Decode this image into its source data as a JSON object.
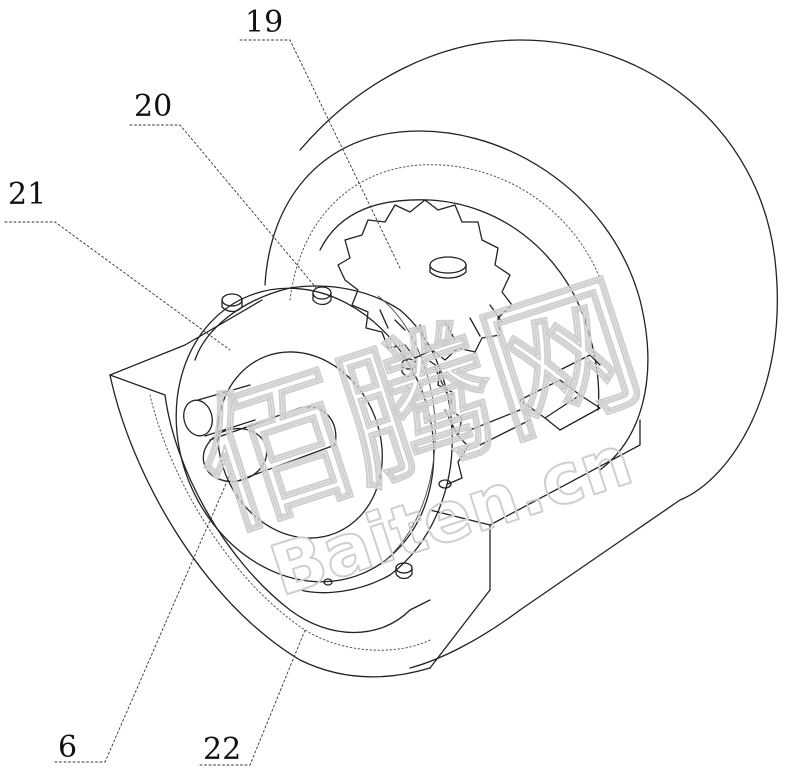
{
  "labels": {
    "part_19": "19",
    "part_20": "20",
    "part_21": "21",
    "part_6": "6",
    "part_22": "22"
  },
  "watermark": {
    "cn": "佰腾网",
    "en": "Baiten.cn"
  },
  "colors": {
    "line": "#222222",
    "thin": "#555555",
    "watermark": "#d0d0d0"
  }
}
